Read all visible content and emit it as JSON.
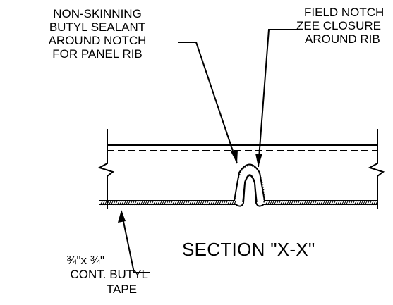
{
  "title": "SECTION \"X-X\"",
  "labels": {
    "sealant": [
      "NON-SKINNING",
      "BUTYL SEALANT",
      "AROUND NOTCH",
      "FOR PANEL RIB"
    ],
    "zee_closure": [
      "FIELD NOTCH",
      "ZEE CLOSURE",
      "AROUND RIB"
    ],
    "tape": [
      "¾\"x ¾\"",
      "CONT. BUTYL",
      "TAPE"
    ]
  },
  "colors": {
    "ink": "#000000",
    "background": "#ffffff"
  }
}
